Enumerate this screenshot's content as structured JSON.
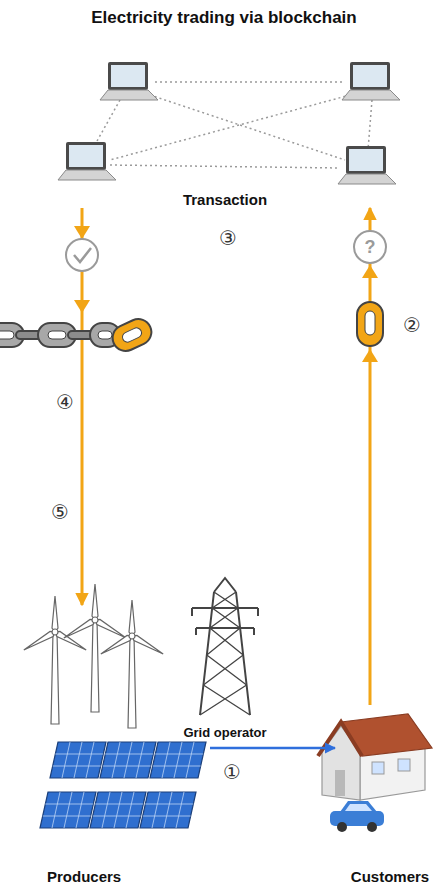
{
  "diagram": {
    "title": "Electricity trading via blockchain",
    "nodes": [
      {
        "text": [
          "Transaction"
        ]
      },
      {
        "text": [
          "Grid operator"
        ]
      },
      {
        "text": [
          "Producers"
        ]
      },
      {
        "text": [
          "Customers"
        ]
      }
    ],
    "edges": [
      {
        "from": 2,
        "to": 3,
        "arrow": "to"
      },
      {
        "from": 3,
        "to": 0,
        "arrow": "to"
      },
      {
        "from": 0,
        "to": 2,
        "arrow": "to"
      }
    ],
    "labels": [
      "?",
      "③",
      "④",
      "②",
      "⑤",
      "①"
    ]
  }
}
